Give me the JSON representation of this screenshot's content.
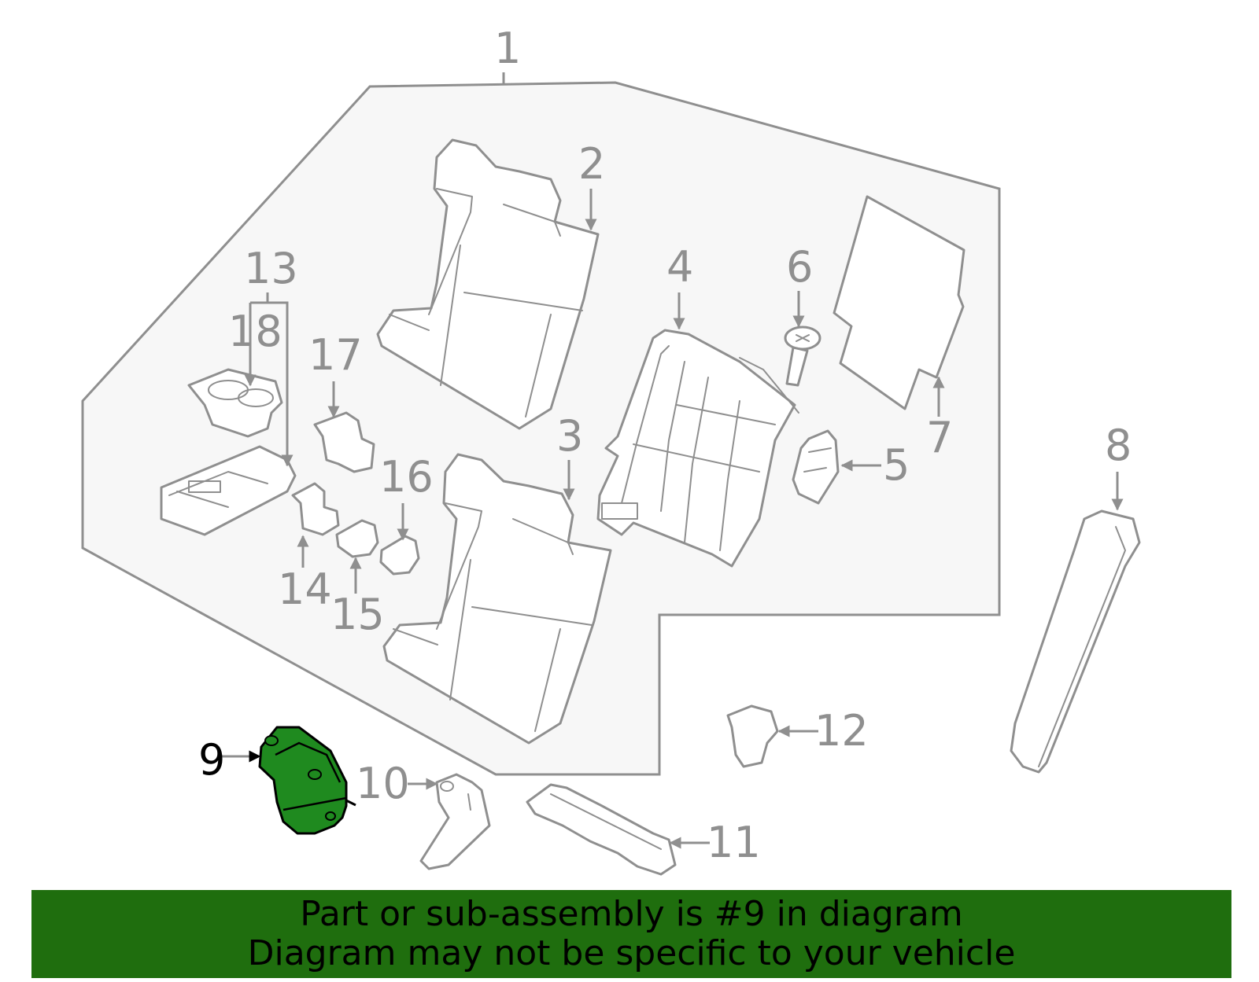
{
  "callouts": [
    "1",
    "2",
    "3",
    "4",
    "5",
    "6",
    "7",
    "8",
    "9",
    "10",
    "11",
    "12",
    "13",
    "14",
    "15",
    "16",
    "17",
    "18"
  ],
  "highlighted_part": "9",
  "banner": {
    "line1": "Part or sub-assembly is #9 in diagram",
    "line2": "Diagram may not be specific to your vehicle"
  },
  "colors": {
    "outline": "#8f8f8f",
    "assembly_fill": "#f7f7f7",
    "highlight": "#1f8a1f",
    "banner": "#1f6e0e"
  }
}
